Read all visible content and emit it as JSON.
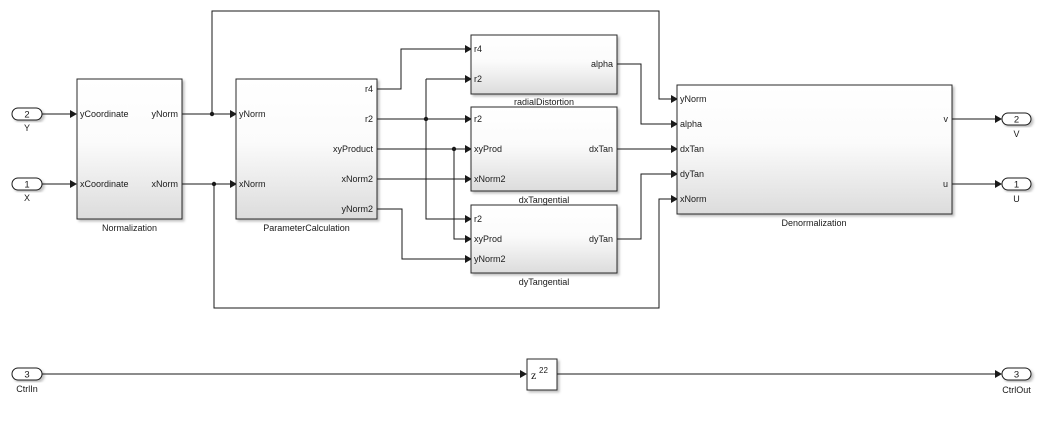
{
  "diagram": {
    "type": "simulink-block-diagram",
    "inports": [
      {
        "id": "in-y",
        "number": "2",
        "name": "Y"
      },
      {
        "id": "in-x",
        "number": "1",
        "name": "X"
      },
      {
        "id": "in-ctrl",
        "number": "3",
        "name": "CtrlIn"
      }
    ],
    "outports": [
      {
        "id": "out-v",
        "number": "2",
        "name": "V"
      },
      {
        "id": "out-u",
        "number": "1",
        "name": "U"
      },
      {
        "id": "out-ctrl",
        "number": "3",
        "name": "CtrlOut"
      }
    ],
    "blocks": {
      "normalization": {
        "name": "Normalization",
        "inputs": [
          "yCoordinate",
          "xCoordinate"
        ],
        "outputs": [
          "yNorm",
          "xNorm"
        ]
      },
      "parameterCalculation": {
        "name": "ParameterCalculation",
        "inputs": [
          "yNorm",
          "xNorm"
        ],
        "outputs": [
          "r4",
          "r2",
          "xyProduct",
          "xNorm2",
          "yNorm2"
        ]
      },
      "radialDistortion": {
        "name": "radialDistortion",
        "inputs": [
          "r4",
          "r2"
        ],
        "outputs": [
          "alpha"
        ]
      },
      "dxTangential": {
        "name": "dxTangential",
        "inputs": [
          "r2",
          "xyProd",
          "xNorm2"
        ],
        "outputs": [
          "dxTan"
        ]
      },
      "dyTangential": {
        "name": "dyTangential",
        "inputs": [
          "r2",
          "xyProd",
          "yNorm2"
        ],
        "outputs": [
          "dyTan"
        ]
      },
      "denormalization": {
        "name": "Denormalization",
        "inputs": [
          "yNorm",
          "alpha",
          "dxTan",
          "dyTan",
          "xNorm"
        ],
        "outputs": [
          "v",
          "u"
        ]
      },
      "delay": {
        "name": "",
        "label": "z",
        "exponent": "22"
      }
    }
  }
}
